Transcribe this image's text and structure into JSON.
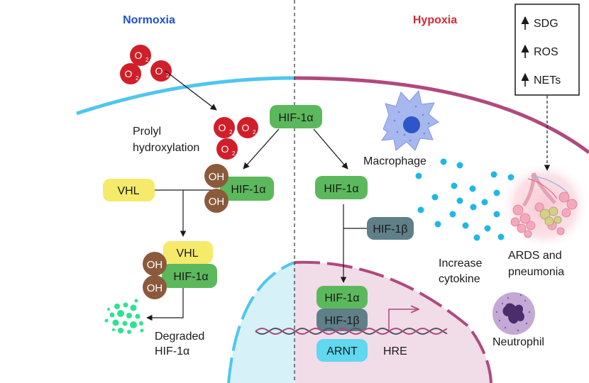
{
  "headers": {
    "left": "Normoxia",
    "right": "Hypoxia"
  },
  "colors": {
    "normoxia_header": "#1f4fd1",
    "hypoxia_header": "#d42a35",
    "normoxia_membrane": "#4fc6ee",
    "hypoxia_membrane": "#b0497e",
    "hif_box": "#5cb85c",
    "vhl_box": "#f5ea6a",
    "oh_circle": "#8b5a3c",
    "o2_circle": "#d01f2a",
    "hif1b_box": "#5f7f89",
    "arnt_box": "#5fd8f0",
    "cytokine_dot": "#1fb7e5",
    "degraded_dot": "#2fe28f"
  },
  "o2": {
    "molecule": "O",
    "subscript": "2"
  },
  "labels": {
    "prolyl": "Prolyl",
    "hydroxylation": "hydroxylation",
    "macrophage": "Macrophage",
    "increase": "Increase",
    "cytokine": "cytokine",
    "ards": "ARDS and",
    "pneumonia": "pneumonia",
    "neutrophil": "Neutrophil",
    "degraded": "Degraded",
    "degraded_hif": "HIF-1α",
    "hre": "HRE"
  },
  "boxes": {
    "hif1a": "HIF-1α",
    "hif1b": "HIF-1β",
    "vhl": "VHL",
    "oh": "OH",
    "arnt": "ARNT"
  },
  "legend": {
    "items": [
      "SDG",
      "ROS",
      "NETs"
    ],
    "arrow": "up"
  }
}
